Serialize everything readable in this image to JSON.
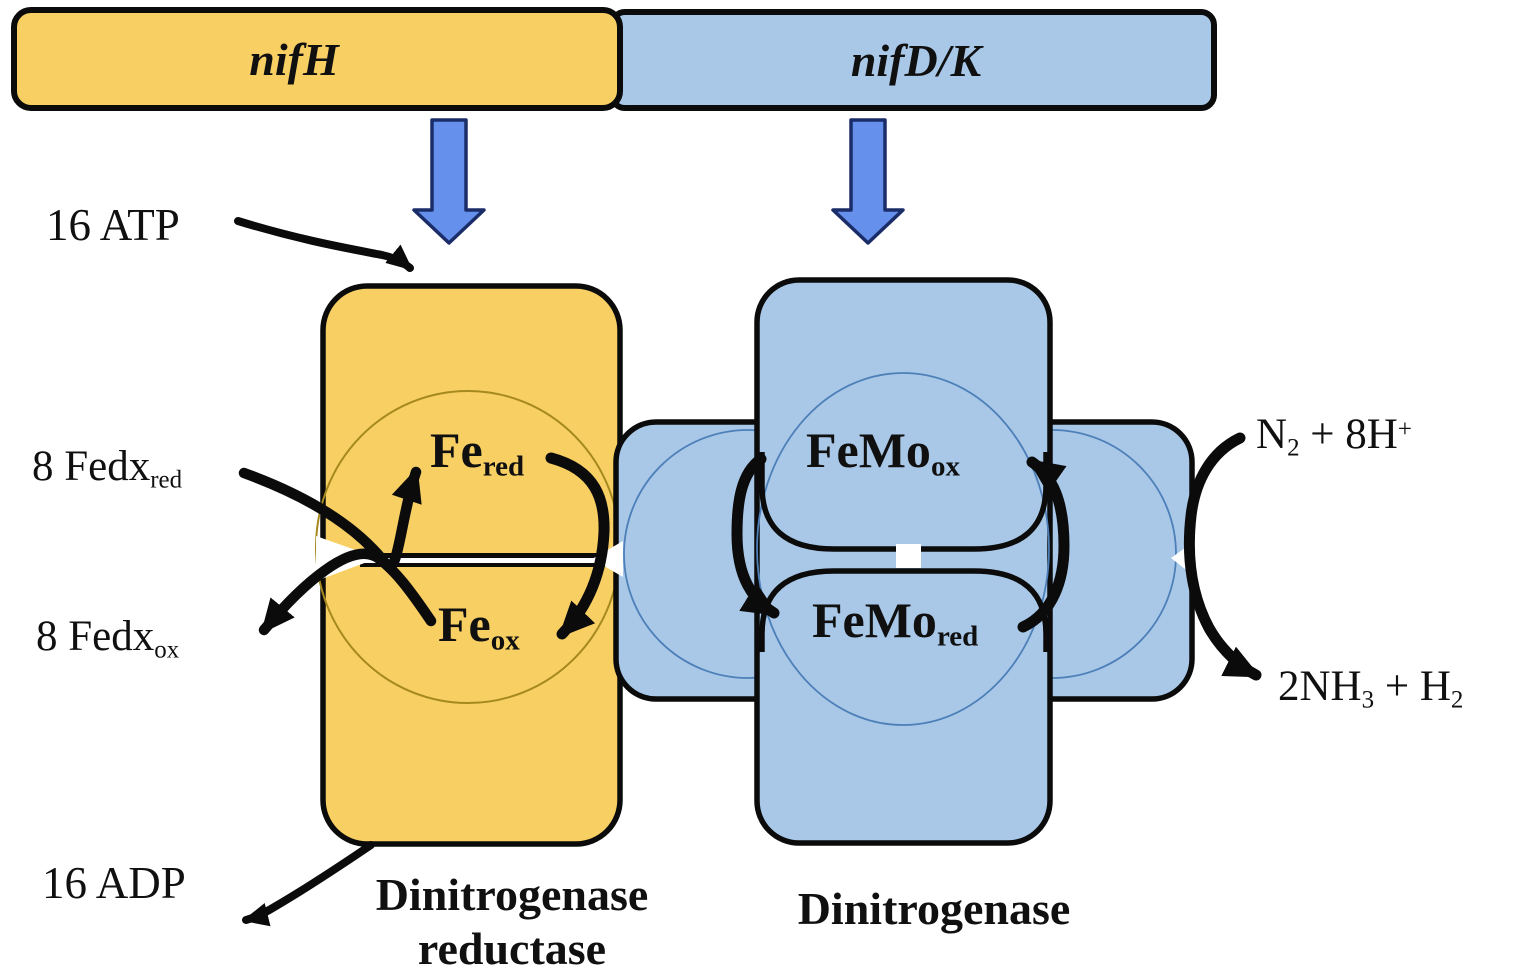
{
  "genes": {
    "nifH": {
      "label": "nifH"
    },
    "nifDK": {
      "label": "nifD/K"
    }
  },
  "cofactors": {
    "atp": {
      "label": "16 ATP"
    },
    "adp": {
      "label": "16 ADP"
    },
    "fedx_red": {
      "base": "8 Fedx",
      "sub": "red"
    },
    "fedx_ox": {
      "base": "8 Fedx",
      "sub": "ox"
    },
    "substrate": {
      "p1": "N",
      "sub1": "2",
      "p2": " + 8H",
      "sup1": "+"
    },
    "product": {
      "p1": "2NH",
      "sub1": "3",
      "p2": " + H",
      "sub2": "2"
    }
  },
  "reductase": {
    "name_line1": "Dinitrogenase",
    "name_line2": "reductase",
    "state_reduced": {
      "base": "Fe",
      "sub": "red"
    },
    "state_oxidized": {
      "base": "Fe",
      "sub": "ox"
    }
  },
  "dinitrogenase": {
    "name": "Dinitrogenase",
    "state_oxidized": {
      "base": "FeMo",
      "sub": "ox"
    },
    "state_reduced": {
      "base": "FeMo",
      "sub": "red"
    }
  },
  "colors": {
    "yellow_fill": "#F7CF63",
    "blue_fill": "#A9C8E8",
    "expression_arrow_fill": "#6590EC",
    "expression_arrow_border": "#1B2D69",
    "outline_black": "#0B0B0B",
    "yellow_ring": "#A5891F",
    "blue_ring": "#4D7FB8",
    "background": "#FFFFFF"
  }
}
